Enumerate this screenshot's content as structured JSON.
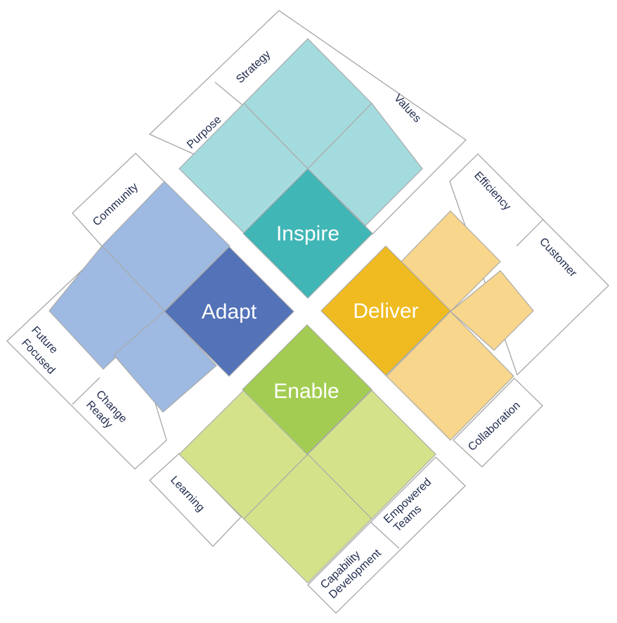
{
  "colors": {
    "inspire_core": "#41b6b6",
    "inspire_tile": "#a4dbdf",
    "adapt_core": "#5372b8",
    "adapt_tile": "#9ebae2",
    "deliver_core": "#efbb21",
    "deliver_tile": "#f8d68c",
    "enable_core": "#a3cd52",
    "enable_tile": "#d4e38a",
    "label_text": "#1f2a4d",
    "frame_stroke": "#a6a6a6"
  },
  "quadrants": {
    "inspire": {
      "title": "Inspire",
      "items": [
        "Purpose",
        "Strategy",
        "Values"
      ]
    },
    "adapt": {
      "title": "Adapt",
      "items": [
        "Community",
        "Future",
        "Focused",
        "Change",
        "Ready"
      ]
    },
    "deliver": {
      "title": "Deliver",
      "items": [
        "Efficiency",
        "Customer",
        "Collaboration"
      ]
    },
    "enable": {
      "title": "Enable",
      "items": [
        "Learning",
        "Capability",
        "Development",
        "Empowered",
        "Teams"
      ]
    }
  }
}
